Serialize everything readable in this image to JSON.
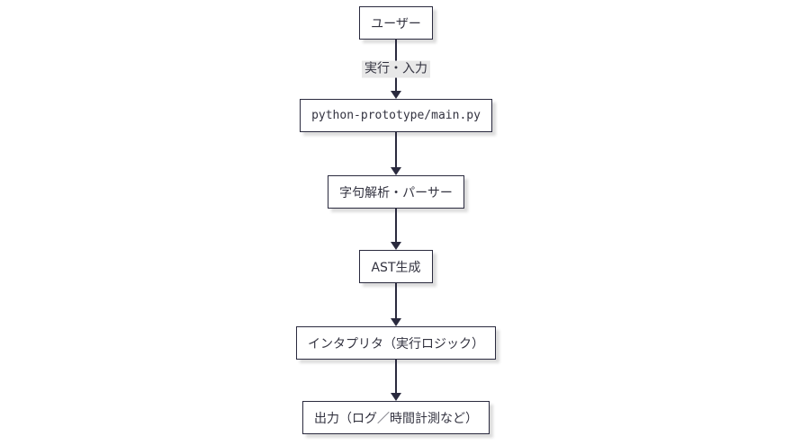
{
  "diagram": {
    "type": "flowchart-top-down",
    "colors": {
      "node_border": "#2a2a3e",
      "node_fill": "#ffffff",
      "text": "#333340",
      "edge_label_bg": "#e8e8e8",
      "background": "#ffffff"
    },
    "nodes": [
      {
        "id": "user",
        "label": "ユーザー"
      },
      {
        "id": "main-py",
        "label": "python-prototype/main.py"
      },
      {
        "id": "lexer-parser",
        "label": "字句解析・パーサー"
      },
      {
        "id": "ast",
        "label": "AST生成"
      },
      {
        "id": "interpreter",
        "label": "インタプリタ（実行ロジック）"
      },
      {
        "id": "output",
        "label": "出力（ログ／時間計測など）"
      }
    ],
    "edges": [
      {
        "from": "user",
        "to": "main-py",
        "label": "実行・入力"
      },
      {
        "from": "main-py",
        "to": "lexer-parser",
        "label": ""
      },
      {
        "from": "lexer-parser",
        "to": "ast",
        "label": ""
      },
      {
        "from": "ast",
        "to": "interpreter",
        "label": ""
      },
      {
        "from": "interpreter",
        "to": "output",
        "label": ""
      }
    ],
    "edge_label": "実行・入力"
  }
}
